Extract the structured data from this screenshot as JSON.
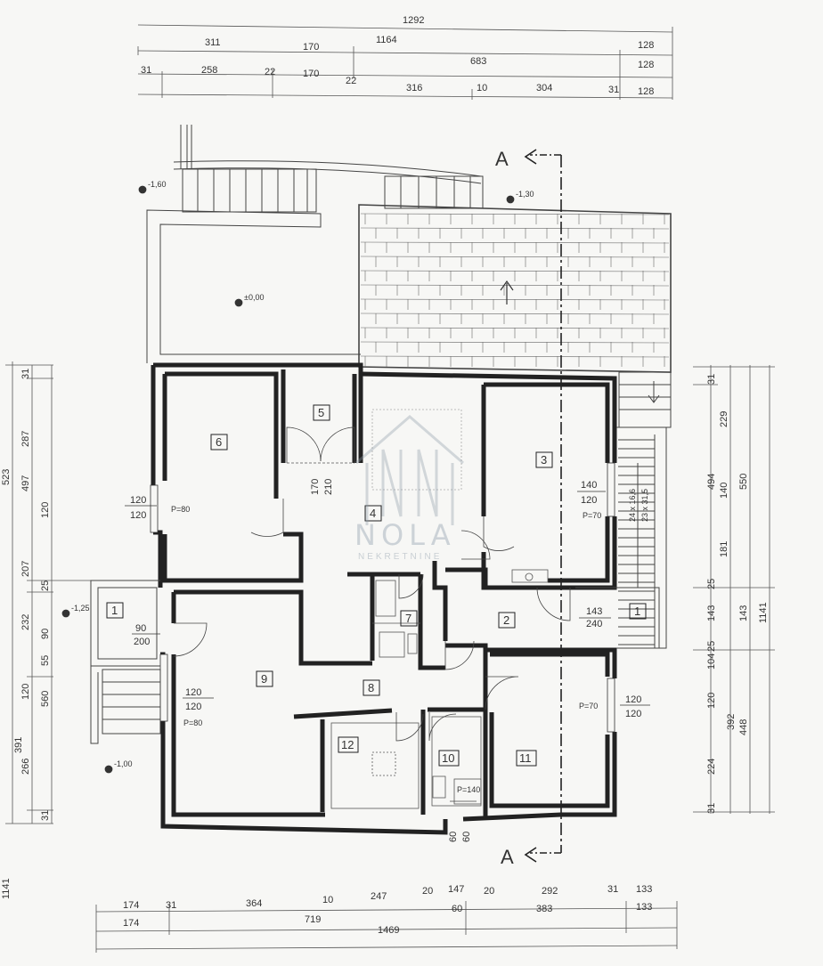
{
  "dims_top": {
    "row1": [
      "1292"
    ],
    "row2": [
      "1164",
      "128"
    ],
    "row3": [
      "311",
      "170",
      "683",
      "128"
    ],
    "row4": [
      "31",
      "258",
      "22",
      "170",
      "22",
      "316",
      "10",
      "304",
      "31",
      "128"
    ]
  },
  "dims_bottom": {
    "row1": [
      "174",
      "31",
      "364",
      "10",
      "247",
      "20",
      "147",
      "20",
      "292",
      "31",
      "133"
    ],
    "row2": [
      "174",
      "719",
      "60",
      "383",
      "133"
    ],
    "row3": [
      "1469"
    ]
  },
  "dims_left": {
    "outer": [
      "523",
      "1141"
    ],
    "c1": [
      "31",
      "287",
      "497",
      "207",
      "232",
      "560",
      "391"
    ],
    "c2": [
      "120",
      "25",
      "90",
      "55",
      "120",
      "266",
      "31"
    ]
  },
  "dims_right": {
    "c1": [
      "31",
      "229",
      "140",
      "181",
      "25",
      "143",
      "25",
      "104",
      "120",
      "224",
      "31"
    ],
    "c2": [
      "494",
      "143",
      "392"
    ],
    "c3": [
      "550",
      "448"
    ],
    "c4": [
      "1141"
    ]
  },
  "rooms": [
    "1",
    "1",
    "2",
    "3",
    "4",
    "5",
    "6",
    "7",
    "8",
    "9",
    "10",
    "11",
    "12"
  ],
  "openings": {
    "w_left_6": [
      "120",
      "120"
    ],
    "w_left_9": [
      "120",
      "120"
    ],
    "w_right_3": [
      "140",
      "120"
    ],
    "w_right_11": [
      "120",
      "120"
    ],
    "d_1": [
      "90",
      "200"
    ],
    "d_4": [
      "170",
      "210"
    ],
    "d_2": [
      "143",
      "240"
    ],
    "p80_a": "P=80",
    "p80_b": "P=80",
    "p70_a": "P=70",
    "p70_b": "P=70",
    "p140": "P=140",
    "bottom_60": [
      "60",
      "60"
    ]
  },
  "stairs": [
    "24 x 16,6",
    "23 x 31,5"
  ],
  "levels": [
    "-1,60",
    "-1,30",
    "±0,00",
    "-1,25",
    "-1,00"
  ],
  "section": [
    "A",
    "A"
  ],
  "watermark": [
    "NOLA",
    "NEKRETNINE"
  ]
}
